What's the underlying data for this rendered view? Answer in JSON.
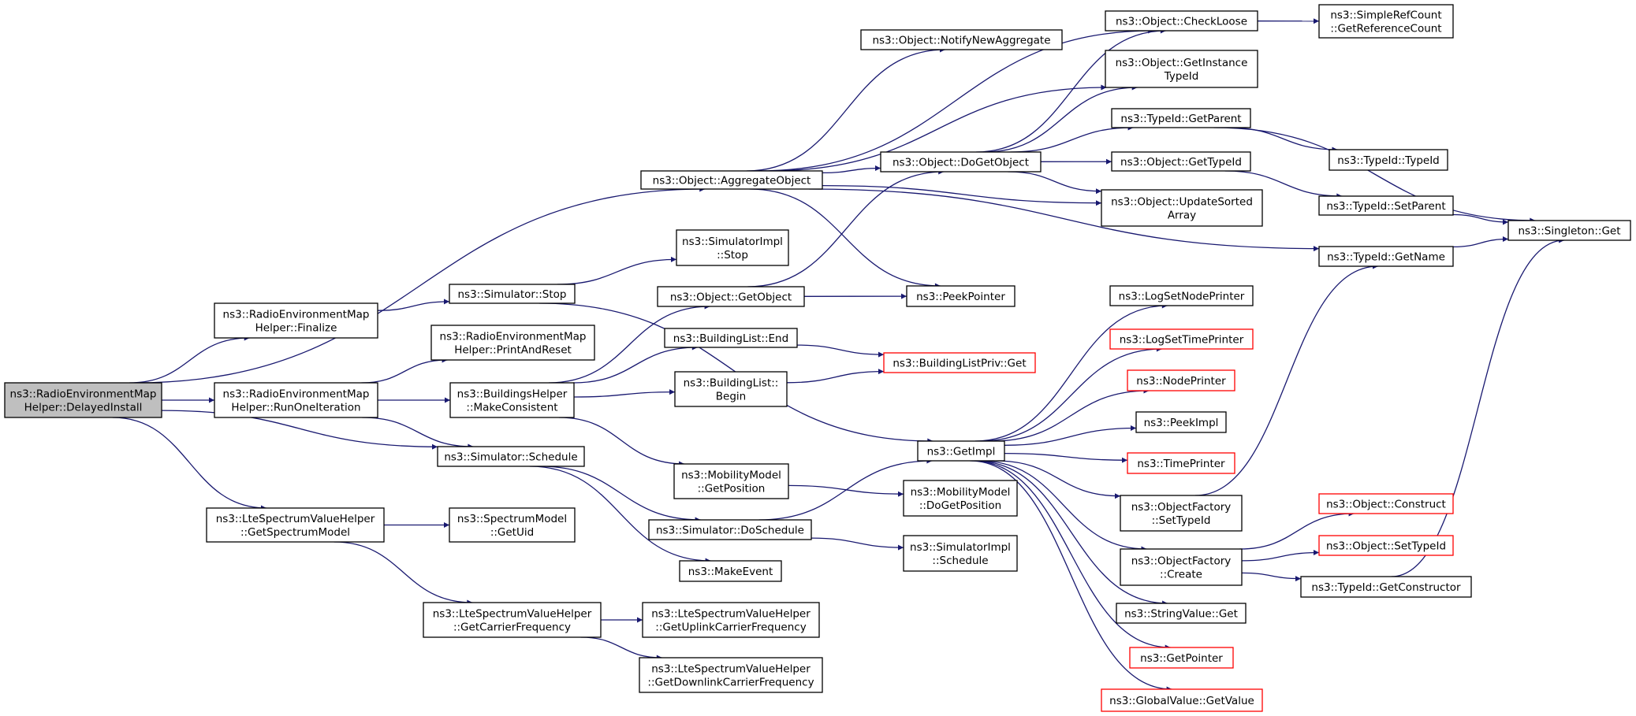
{
  "nodes": [
    {
      "id": "n0",
      "lines": [
        "ns3::RadioEnvironmentMap",
        "Helper::DelayedInstall"
      ],
      "style": "root"
    },
    {
      "id": "n1",
      "lines": [
        "ns3::Object::AggregateObject"
      ]
    },
    {
      "id": "n2",
      "lines": [
        "ns3::RadioEnvironmentMap",
        "Helper::Finalize"
      ]
    },
    {
      "id": "n3",
      "lines": [
        "ns3::RadioEnvironmentMap",
        "Helper::RunOneIteration"
      ]
    },
    {
      "id": "n4",
      "lines": [
        "ns3::Simulator::Schedule"
      ]
    },
    {
      "id": "n5",
      "lines": [
        "ns3::LteSpectrumValueHelper",
        "::GetSpectrumModel"
      ]
    },
    {
      "id": "n6",
      "lines": [
        "ns3::Object::NotifyNewAggregate"
      ]
    },
    {
      "id": "n7",
      "lines": [
        "ns3::Object::CheckLoose"
      ]
    },
    {
      "id": "n8",
      "lines": [
        "ns3::SimpleRefCount",
        "::GetReferenceCount"
      ]
    },
    {
      "id": "n9",
      "lines": [
        "ns3::Object::GetInstance",
        "TypeId"
      ]
    },
    {
      "id": "n10",
      "lines": [
        "ns3::TypeId::GetParent"
      ]
    },
    {
      "id": "n11",
      "lines": [
        "ns3::TypeId::TypeId"
      ]
    },
    {
      "id": "n12",
      "lines": [
        "ns3::Object::DoGetObject"
      ]
    },
    {
      "id": "n13",
      "lines": [
        "ns3::Object::GetTypeId"
      ]
    },
    {
      "id": "n14",
      "lines": [
        "ns3::Object::UpdateSorted",
        "Array"
      ]
    },
    {
      "id": "n15",
      "lines": [
        "ns3::TypeId::SetParent"
      ]
    },
    {
      "id": "n16",
      "lines": [
        "ns3::Singleton::Get"
      ]
    },
    {
      "id": "n17",
      "lines": [
        "ns3::TypeId::GetName"
      ]
    },
    {
      "id": "n18",
      "lines": [
        "ns3::PeekPointer"
      ]
    },
    {
      "id": "n19",
      "lines": [
        "ns3::SimulatorImpl",
        "::Stop"
      ]
    },
    {
      "id": "n20",
      "lines": [
        "ns3::Simulator::Stop"
      ]
    },
    {
      "id": "n21",
      "lines": [
        "ns3::Object::GetObject"
      ]
    },
    {
      "id": "n22",
      "lines": [
        "ns3::RadioEnvironmentMap",
        "Helper::PrintAndReset"
      ]
    },
    {
      "id": "n23",
      "lines": [
        "ns3::BuildingList::End"
      ]
    },
    {
      "id": "n24",
      "lines": [
        "ns3::BuildingListPriv::Get"
      ],
      "style": "red"
    },
    {
      "id": "n25",
      "lines": [
        "ns3::BuildingsHelper",
        "::MakeConsistent"
      ]
    },
    {
      "id": "n26",
      "lines": [
        "ns3::BuildingList::",
        "Begin"
      ]
    },
    {
      "id": "n27",
      "lines": [
        "ns3::GetImpl"
      ]
    },
    {
      "id": "n28",
      "lines": [
        "ns3::MobilityModel",
        "::GetPosition"
      ]
    },
    {
      "id": "n29",
      "lines": [
        "ns3::MobilityModel",
        "::DoGetPosition"
      ]
    },
    {
      "id": "n30",
      "lines": [
        "ns3::Simulator::DoSchedule"
      ]
    },
    {
      "id": "n31",
      "lines": [
        "ns3::SimulatorImpl",
        "::Schedule"
      ]
    },
    {
      "id": "n32",
      "lines": [
        "ns3::MakeEvent"
      ]
    },
    {
      "id": "n33",
      "lines": [
        "ns3::SpectrumModel",
        "::GetUid"
      ]
    },
    {
      "id": "n34",
      "lines": [
        "ns3::LteSpectrumValueHelper",
        "::GetCarrierFrequency"
      ]
    },
    {
      "id": "n35",
      "lines": [
        "ns3::LteSpectrumValueHelper",
        "::GetUplinkCarrierFrequency"
      ]
    },
    {
      "id": "n36",
      "lines": [
        "ns3::LteSpectrumValueHelper",
        "::GetDownlinkCarrierFrequency"
      ]
    },
    {
      "id": "n37",
      "lines": [
        "ns3::LogSetNodePrinter"
      ]
    },
    {
      "id": "n38",
      "lines": [
        "ns3::LogSetTimePrinter"
      ],
      "style": "red"
    },
    {
      "id": "n39",
      "lines": [
        "ns3::NodePrinter"
      ],
      "style": "red"
    },
    {
      "id": "n40",
      "lines": [
        "ns3::PeekImpl"
      ]
    },
    {
      "id": "n41",
      "lines": [
        "ns3::TimePrinter"
      ],
      "style": "red"
    },
    {
      "id": "n42",
      "lines": [
        "ns3::ObjectFactory",
        "::SetTypeId"
      ]
    },
    {
      "id": "n43",
      "lines": [
        "ns3::ObjectFactory",
        "::Create"
      ]
    },
    {
      "id": "n44",
      "lines": [
        "ns3::StringValue::Get"
      ]
    },
    {
      "id": "n45",
      "lines": [
        "ns3::GetPointer"
      ],
      "style": "red"
    },
    {
      "id": "n46",
      "lines": [
        "ns3::GlobalValue::GetValue"
      ],
      "style": "red"
    },
    {
      "id": "n47",
      "lines": [
        "ns3::Object::Construct"
      ],
      "style": "red"
    },
    {
      "id": "n48",
      "lines": [
        "ns3::Object::SetTypeId"
      ],
      "style": "red"
    },
    {
      "id": "n49",
      "lines": [
        "ns3::TypeId::GetConstructor"
      ]
    }
  ],
  "edges": [
    [
      "n0",
      "n1"
    ],
    [
      "n0",
      "n2"
    ],
    [
      "n0",
      "n3"
    ],
    [
      "n0",
      "n4"
    ],
    [
      "n0",
      "n5"
    ],
    [
      "n1",
      "n6"
    ],
    [
      "n1",
      "n7"
    ],
    [
      "n1",
      "n9"
    ],
    [
      "n1",
      "n12"
    ],
    [
      "n1",
      "n14"
    ],
    [
      "n1",
      "n17"
    ],
    [
      "n1",
      "n18"
    ],
    [
      "n7",
      "n8"
    ],
    [
      "n10",
      "n11"
    ],
    [
      "n10",
      "n16"
    ],
    [
      "n12",
      "n7"
    ],
    [
      "n12",
      "n9"
    ],
    [
      "n12",
      "n10"
    ],
    [
      "n12",
      "n13"
    ],
    [
      "n12",
      "n14"
    ],
    [
      "n13",
      "n15"
    ],
    [
      "n15",
      "n16"
    ],
    [
      "n17",
      "n16"
    ],
    [
      "n2",
      "n20"
    ],
    [
      "n20",
      "n19"
    ],
    [
      "n20",
      "n27"
    ],
    [
      "n3",
      "n22"
    ],
    [
      "n3",
      "n25"
    ],
    [
      "n3",
      "n4"
    ],
    [
      "n21",
      "n12"
    ],
    [
      "n21",
      "n18"
    ],
    [
      "n25",
      "n21"
    ],
    [
      "n25",
      "n23"
    ],
    [
      "n25",
      "n26"
    ],
    [
      "n25",
      "n28"
    ],
    [
      "n23",
      "n24"
    ],
    [
      "n26",
      "n24"
    ],
    [
      "n4",
      "n30"
    ],
    [
      "n4",
      "n32"
    ],
    [
      "n30",
      "n27"
    ],
    [
      "n30",
      "n31"
    ],
    [
      "n28",
      "n29"
    ],
    [
      "n27",
      "n37"
    ],
    [
      "n27",
      "n38"
    ],
    [
      "n27",
      "n39"
    ],
    [
      "n27",
      "n40"
    ],
    [
      "n27",
      "n41"
    ],
    [
      "n27",
      "n42"
    ],
    [
      "n27",
      "n43"
    ],
    [
      "n27",
      "n44"
    ],
    [
      "n27",
      "n45"
    ],
    [
      "n27",
      "n46"
    ],
    [
      "n42",
      "n17"
    ],
    [
      "n43",
      "n47"
    ],
    [
      "n43",
      "n48"
    ],
    [
      "n43",
      "n49"
    ],
    [
      "n49",
      "n16"
    ],
    [
      "n5",
      "n33"
    ],
    [
      "n5",
      "n34"
    ],
    [
      "n34",
      "n35"
    ],
    [
      "n34",
      "n36"
    ]
  ]
}
